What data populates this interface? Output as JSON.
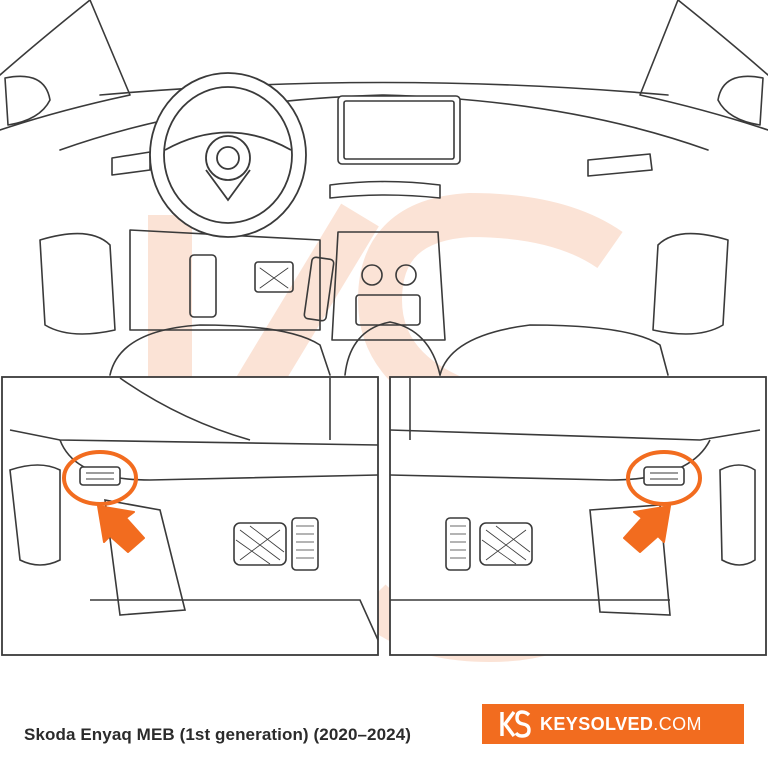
{
  "caption": "Skoda Enyaq MEB (1st generation) (2020–2024)",
  "brand": {
    "name_bold": "KEYSOLVED",
    "name_light": ".COM",
    "logo_text": "KS"
  },
  "colors": {
    "accent": "#f26c1f",
    "line": "#3a3a3a",
    "watermark": "#fbe3d6"
  },
  "icons": [
    "steering-wheel-icon",
    "pedal-icon",
    "obd-port-icon",
    "arrow-icon"
  ]
}
